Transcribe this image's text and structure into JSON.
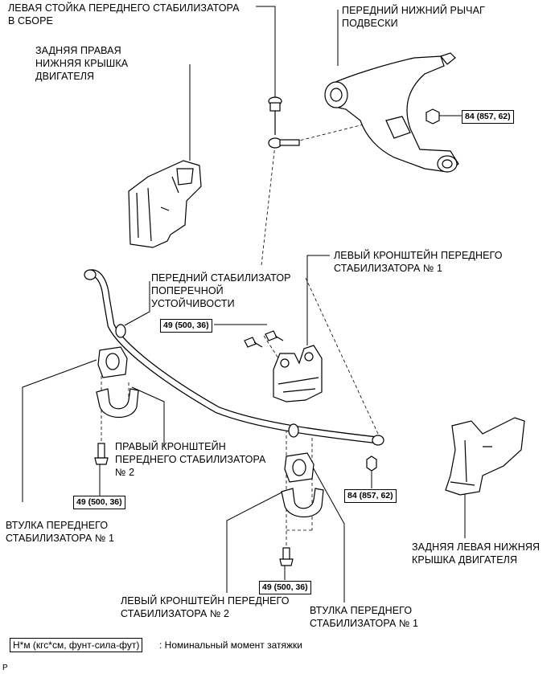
{
  "labels": {
    "left_link": "ЛЕВАЯ СТОЙКА ПЕРЕДНЕГО СТАБИЛИЗАТОРА\nВ СБОРЕ",
    "lower_arm": "ПЕРЕДНИЙ НИЖНИЙ РЫЧАГ\nПОДВЕСКИ",
    "rear_right_cover": "ЗАДНЯЯ ПРАВАЯ\nНИЖНЯЯ КРЫШКА\nДВИГАТЕЛЯ",
    "left_bracket_1": "ЛЕВЫЙ КРОНШТЕЙН ПЕРЕДНЕГО\nСТАБИЛИЗАТОРА № 1",
    "stabilizer_bar": "ПЕРЕДНИЙ СТАБИЛИЗАТОР\nПОПЕРЕЧНОЙ\nУСТОЙЧИВОСТИ",
    "right_bracket_2": "ПРАВЫЙ КРОНШТЕЙН\nПЕРЕДНЕГО СТАБИЛИЗАТОРА\n№ 2",
    "bushing_1_left": "ВТУЛКА ПЕРЕДНЕГО\nСТАБИЛИЗАТОРА № 1",
    "rear_left_cover": "ЗАДНЯЯ ЛЕВАЯ НИЖНЯЯ\nКРЫШКА ДВИГАТЕЛЯ",
    "left_bracket_2": "ЛЕВЫЙ КРОНШТЕЙН ПЕРЕДНЕГО\nСТАБИЛИЗАТОРА № 2",
    "bushing_1_right": "ВТУЛКА ПЕРЕДНЕГО\nСТАБИЛИЗАТОРА № 1"
  },
  "torques": {
    "arm_nut": "84 (857, 62)",
    "bracket_bolt": "49 (500, 36)",
    "right_bolt": "49 (500, 36)",
    "link_nut": "84 (857, 62)",
    "bottom_bolt": "49 (500, 36)"
  },
  "legend": {
    "unit": "Н*м (кгс*см, фунт-сила-фут)",
    "description": ": Номинальный момент затяжки"
  },
  "figure_code": "P"
}
